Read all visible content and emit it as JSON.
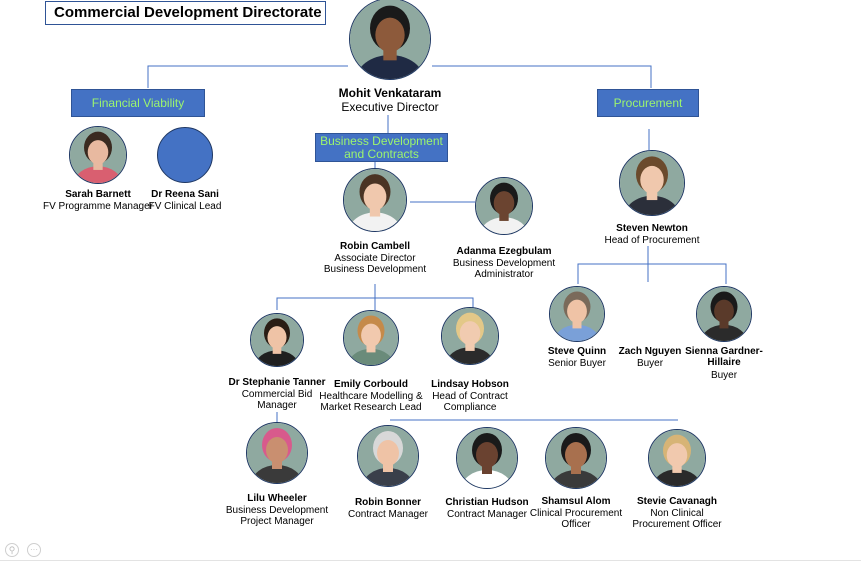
{
  "title": "Commercial Development Directorate",
  "teams": {
    "financial_viability": "Financial Viability",
    "business_development": "Business Development\nand Contracts",
    "procurement": "Procurement"
  },
  "people": [
    {
      "id": "mohit",
      "name": "Mohit Venkataram",
      "role": "Executive Director",
      "photo": "photo-icon",
      "skin": "#8d5a3b",
      "hair": "#1a1a1a",
      "cloth": "#1f2a44"
    },
    {
      "id": "sarah",
      "name": "Sarah Barnett",
      "role": "FV Programme Manager",
      "photo": "photo-icon",
      "skin": "#e8b9a0",
      "hair": "#3a2a20",
      "cloth": "#d95f70"
    },
    {
      "id": "reena",
      "name": "Dr Reena Sani",
      "role": "FV Clinical Lead",
      "photo": "placeholder-circle-icon"
    },
    {
      "id": "robin_c",
      "name": "Robin Cambell",
      "role": "Associate Director\nBusiness Development",
      "photo": "photo-icon",
      "skin": "#f0c8ad",
      "hair": "#4a3424",
      "cloth": "#f2f2f2"
    },
    {
      "id": "adanma",
      "name": "Adanma Ezegbulam",
      "role": "Business Development\nAdministrator",
      "photo": "photo-icon",
      "skin": "#6b4430",
      "hair": "#1a1a1a",
      "cloth": "#f2f2f2"
    },
    {
      "id": "steven",
      "name": "Steven Newton",
      "role": "Head of Procurement",
      "photo": "photo-icon",
      "skin": "#f0c8ad",
      "hair": "#6b4a2c",
      "cloth": "#2b2f3a"
    },
    {
      "id": "stephanie",
      "name": "Dr Stephanie Tanner",
      "role": "Commercial Bid\nManager",
      "photo": "photo-icon",
      "skin": "#efc3a6",
      "hair": "#2a1d14",
      "cloth": "#1f1f1f"
    },
    {
      "id": "emily",
      "name": "Emily Corbould",
      "role": "Healthcare Modelling &\nMarket Research Lead",
      "photo": "photo-icon",
      "skin": "#f1c9ae",
      "hair": "#c58a4a",
      "cloth": "#6a8b7a"
    },
    {
      "id": "lindsay",
      "name": "Lindsay Hobson",
      "role": "Head of Contract\nCompliance",
      "photo": "photo-icon",
      "skin": "#f1cbb0",
      "hair": "#e3c888",
      "cloth": "#2b2b2b"
    },
    {
      "id": "steve",
      "name": "Steve Quinn",
      "role": "Senior Buyer",
      "photo": "photo-icon",
      "skin": "#efc3a6",
      "hair": "#7a6a5a",
      "cloth": "#7aa0d8"
    },
    {
      "id": "zach",
      "name": "Zach Nguyen",
      "role": "Buyer"
    },
    {
      "id": "sienna",
      "name": "Sienna Gardner-\nHillaire",
      "role": "Buyer",
      "photo": "photo-icon",
      "skin": "#5a3a2a",
      "hair": "#1a1a1a",
      "cloth": "#2b2b2b"
    },
    {
      "id": "lilu",
      "name": "Lilu Wheeler",
      "role": "Business Development\nProject Manager",
      "photo": "photo-icon",
      "skin": "#c98f70",
      "hair": "#d85a8c",
      "cloth": "#3a3a3a"
    },
    {
      "id": "robin_b",
      "name": "Robin Bonner",
      "role": "Contract Manager",
      "photo": "photo-icon",
      "skin": "#efc3a6",
      "hair": "#d8d8d8",
      "cloth": "#3a3f4a"
    },
    {
      "id": "christian",
      "name": "Christian Hudson",
      "role": "Contract Manager",
      "photo": "photo-icon",
      "skin": "#6a4230",
      "hair": "#1a1a1a",
      "cloth": "#ffffff"
    },
    {
      "id": "shamsul",
      "name": "Shamsul Alom",
      "role": "Clinical Procurement\nOfficer",
      "photo": "photo-icon",
      "skin": "#a8704e",
      "hair": "#1a1a1a",
      "cloth": "#3a3a3a"
    },
    {
      "id": "stevie",
      "name": "Stevie Cavanagh",
      "role": "Non Clinical\nProcurement Officer",
      "photo": "photo-icon",
      "skin": "#f1c9ae",
      "hair": "#d7b476",
      "cloth": "#2a2a2a"
    }
  ],
  "controls": {
    "zoom_icon": "magnifier-icon",
    "more_icon": "more-icon",
    "more_glyph": "···",
    "zoom_glyph": "⚲"
  },
  "colors": {
    "line": "#4472c4",
    "box_fill": "#4472c4",
    "box_text": "#9cf56e",
    "outline": "#2f5496",
    "placeholder": "#4472c4"
  }
}
